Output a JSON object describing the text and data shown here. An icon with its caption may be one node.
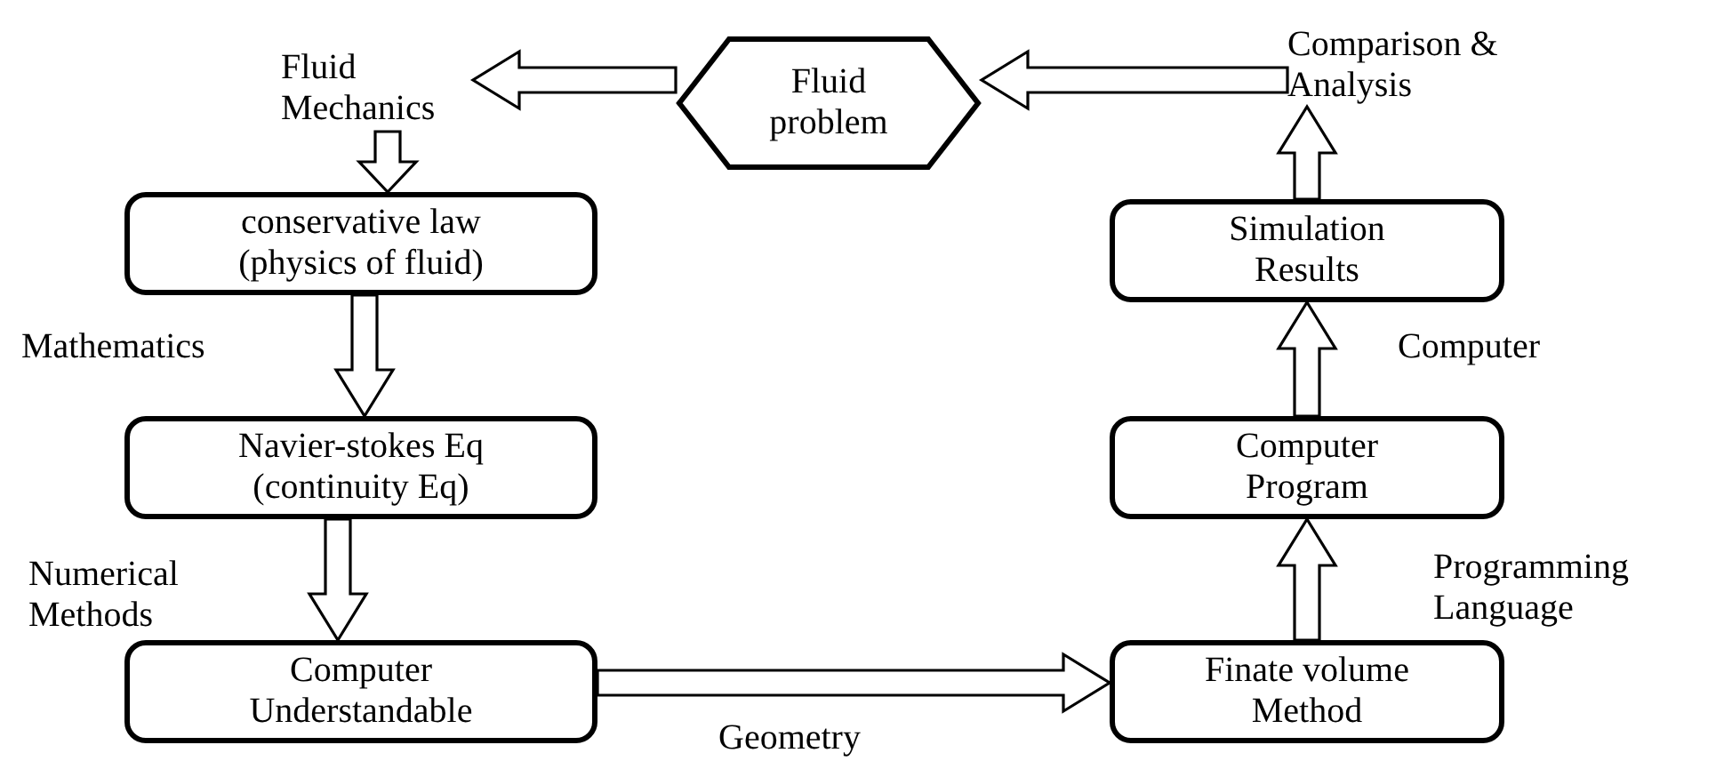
{
  "diagram": {
    "nodes": [
      {
        "text": [
          "Fluid problem"
        ]
      },
      {
        "text": [
          "Fluid Mechanics"
        ]
      },
      {
        "text": [
          "conservative law (physics of fluid)"
        ]
      },
      {
        "text": [
          "Navier-stokes Eq (continuity Eq)"
        ]
      },
      {
        "text": [
          "Computer Understandable"
        ]
      },
      {
        "text": [
          "Finate volume Method"
        ]
      },
      {
        "text": [
          "Computer Program"
        ]
      },
      {
        "text": [
          "Simulation Results"
        ]
      },
      {
        "text": [
          "Comparison & Analysis"
        ]
      }
    ],
    "edges": [
      {
        "from": 0,
        "to": 1,
        "arrow": "to"
      },
      {
        "from": 1,
        "to": 2,
        "arrow": "to"
      },
      {
        "from": 2,
        "to": 3,
        "arrow": "to",
        "label": "Mathematics"
      },
      {
        "from": 3,
        "to": 4,
        "arrow": "to",
        "label": "Numerical Methods"
      },
      {
        "from": 4,
        "to": 5,
        "arrow": "to",
        "label": "Geometry"
      },
      {
        "from": 5,
        "to": 6,
        "arrow": "to",
        "label": "Programming Language"
      },
      {
        "from": 6,
        "to": 7,
        "arrow": "to",
        "label": "Computer"
      },
      {
        "from": 7,
        "to": 8,
        "arrow": "to"
      },
      {
        "from": 8,
        "to": 0,
        "arrow": "to"
      }
    ]
  }
}
